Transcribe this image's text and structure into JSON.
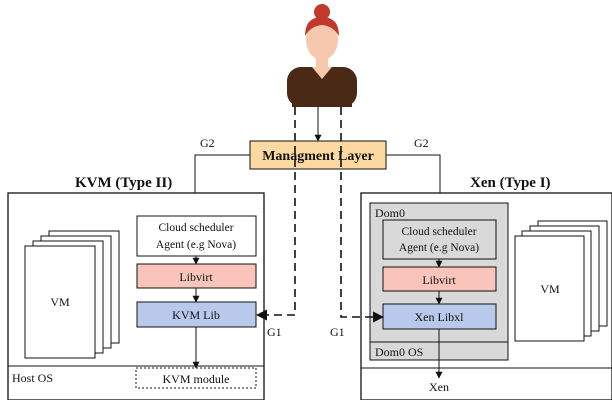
{
  "management_layer": {
    "label": "Managment Layer",
    "fill": "#fcd9a0"
  },
  "connectors": {
    "left_g2": "G2",
    "right_g2": "G2",
    "left_g1": "G1",
    "right_g1": "G1"
  },
  "kvm": {
    "title": "KVM (Type II)",
    "vm_label": "VM",
    "scheduler_line1": "Cloud scheduler",
    "scheduler_line2": "Agent (e.g Nova)",
    "libvirt": "Libvirt",
    "lib": "KVM Lib",
    "host_os": "Host OS",
    "module": "KVM module"
  },
  "xen": {
    "title": "Xen (Type I)",
    "dom0": "Dom0",
    "scheduler_line1": "Cloud scheduler",
    "scheduler_line2": "Agent (e.g Nova)",
    "libvirt": "Libvirt",
    "lib": "Xen Libxl",
    "vm_label": "VM",
    "dom0_os": "Dom0 OS",
    "bottom": "Xen"
  },
  "colors": {
    "libvirt_fill": "#f9c5bb",
    "lib_fill": "#b9c9ec",
    "dom0_fill": "#d9d9d9",
    "hair": "#c0392b",
    "shirt": "#4a2a17",
    "skin": "#f6c9ae"
  },
  "icons": {
    "user": "user-avatar-icon"
  }
}
